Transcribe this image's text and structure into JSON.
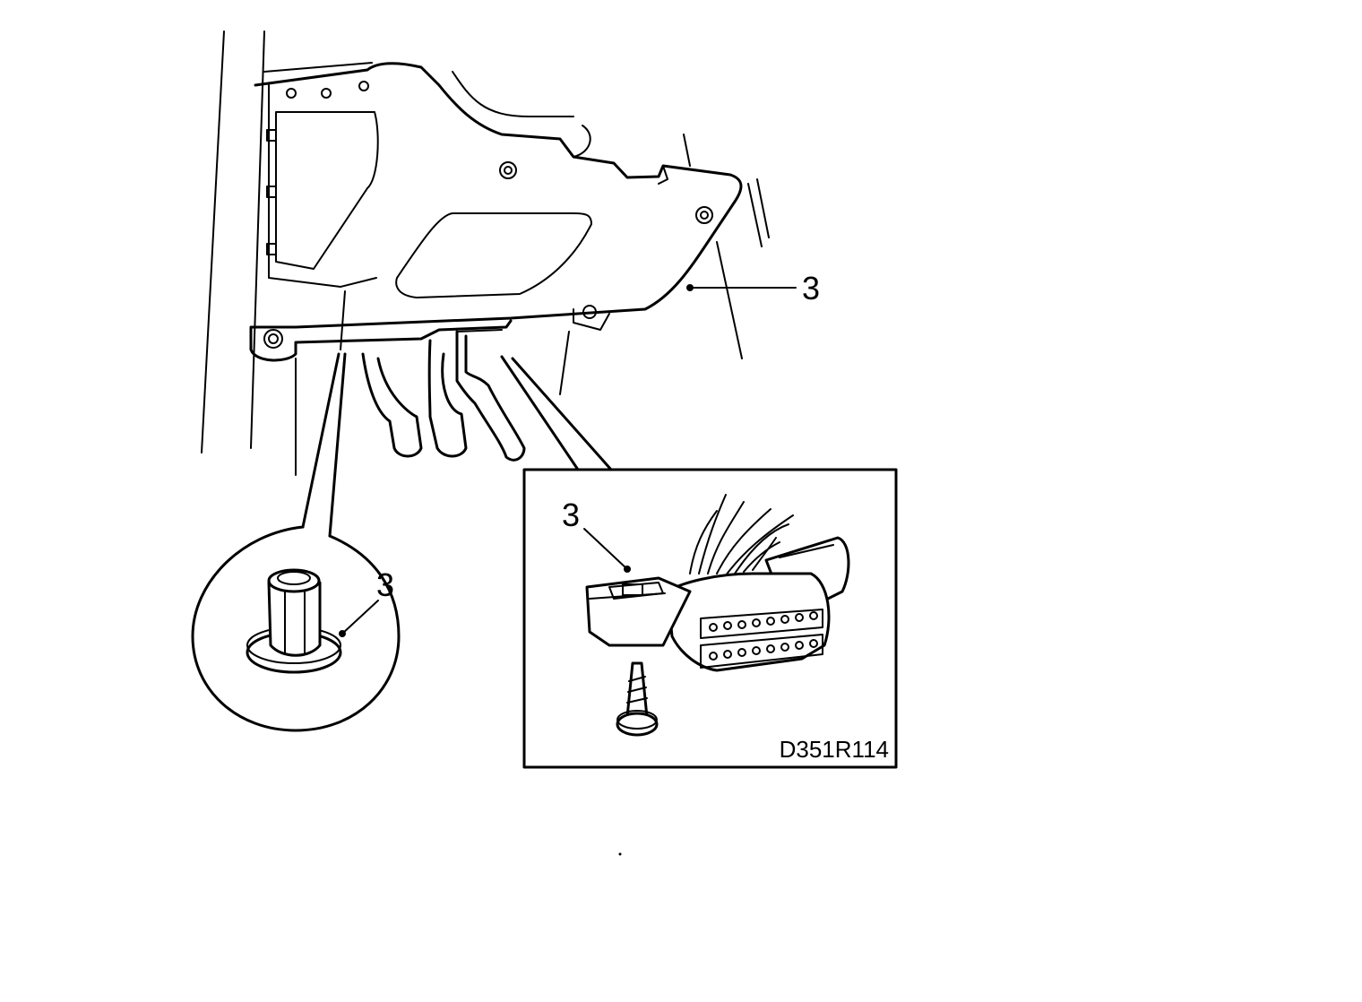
{
  "callouts": {
    "panel": "3",
    "clip": "3",
    "connector": "3"
  },
  "figure_code": "D351R114",
  "colors": {
    "line": "#000000",
    "background": "#ffffff"
  }
}
